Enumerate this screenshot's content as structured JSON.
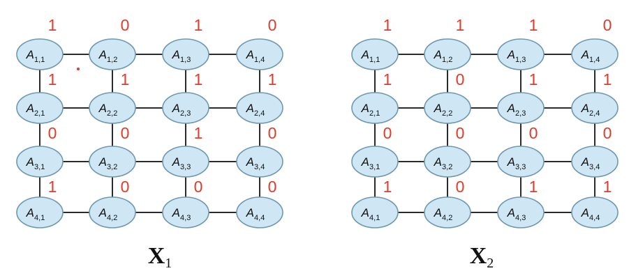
{
  "colors": {
    "node_fill": "#cfe7f5",
    "node_stroke": "#6f98ad",
    "edge": "#2b2b2b",
    "bit": "#e23b2b"
  },
  "node_label_symbol": "A",
  "node_labels": [
    [
      "1,1",
      "1,2",
      "1,3",
      "1,4"
    ],
    [
      "2,1",
      "2,2",
      "2,3",
      "2,4"
    ],
    [
      "3,1",
      "3,2",
      "3,3",
      "3,4"
    ],
    [
      "4,1",
      "4,2",
      "4,3",
      "4,4"
    ]
  ],
  "grids": [
    {
      "caption_main": "X",
      "caption_sub": "1",
      "bits": [
        [
          "1",
          "0",
          "1",
          "0"
        ],
        [
          "1",
          "1",
          "1",
          "1"
        ],
        [
          "0",
          "0",
          "1",
          "0"
        ],
        [
          "1",
          "0",
          "0",
          "0"
        ]
      ]
    },
    {
      "caption_main": "X",
      "caption_sub": "2",
      "bits": [
        [
          "1",
          "1",
          "1",
          "0"
        ],
        [
          "1",
          "0",
          "1",
          "1"
        ],
        [
          "0",
          "0",
          "0",
          "0"
        ],
        [
          "1",
          "0",
          "1",
          "1"
        ]
      ]
    }
  ]
}
